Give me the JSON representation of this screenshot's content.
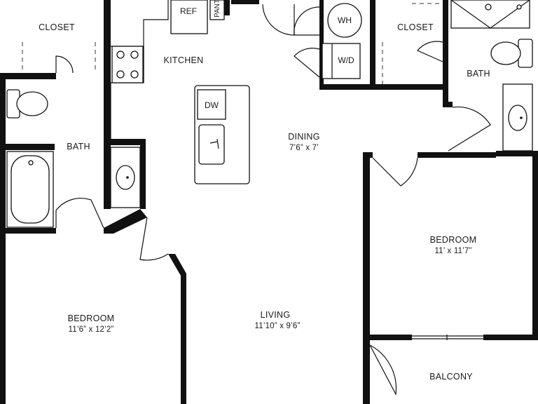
{
  "rooms": {
    "closet_left": {
      "label": "CLOSET"
    },
    "kitchen": {
      "label": "KITCHEN"
    },
    "closet_right": {
      "label": "CLOSET"
    },
    "bath_right": {
      "label": "BATH"
    },
    "bath_left": {
      "label": "BATH"
    },
    "dining": {
      "label": "DINING",
      "dims": "7’6” x 7’"
    },
    "bedroom_right": {
      "label": "BEDROOM",
      "dims": "11’ x 11’7”"
    },
    "bedroom_left": {
      "label": "BEDROOM",
      "dims": "11’6” x 12’2”"
    },
    "living": {
      "label": "LIVING",
      "dims": "11’10” x 9’6”"
    },
    "balcony": {
      "label": "BALCONY"
    }
  },
  "fixtures": {
    "ref": "REF",
    "pantry": "PANT",
    "dishwasher": "DW",
    "water_heater": "WH",
    "washer_dryer": "W/D"
  }
}
